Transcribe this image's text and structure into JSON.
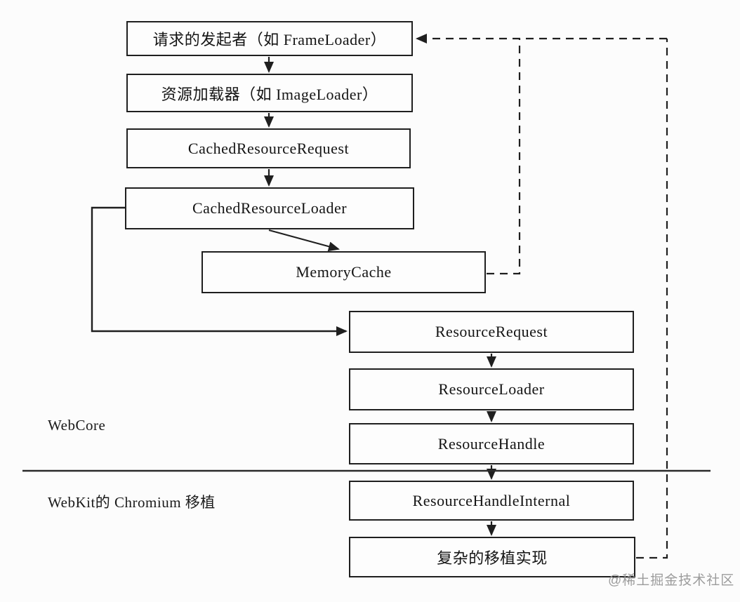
{
  "diagram": {
    "boxes": [
      {
        "id": "request-initiator",
        "label": "请求的发起者（如 FrameLoader）"
      },
      {
        "id": "resource-loader-cn",
        "label": "资源加载器（如 ImageLoader）"
      },
      {
        "id": "cached-resource-request",
        "label": "CachedResourceRequest"
      },
      {
        "id": "cached-resource-loader",
        "label": "CachedResourceLoader"
      },
      {
        "id": "memory-cache",
        "label": "MemoryCache"
      },
      {
        "id": "resource-request",
        "label": "ResourceRequest"
      },
      {
        "id": "resource-loader",
        "label": "ResourceLoader"
      },
      {
        "id": "resource-handle",
        "label": "ResourceHandle"
      },
      {
        "id": "resource-handle-internal",
        "label": "ResourceHandleInternal"
      },
      {
        "id": "port-implementation",
        "label": "复杂的移植实现"
      }
    ],
    "section_labels": {
      "webcore": "WebCore",
      "chromium_port": "WebKit的 Chromium 移植"
    },
    "watermark": "@稀土掘金技术社区",
    "edges": [
      {
        "from": "request-initiator",
        "to": "resource-loader-cn",
        "style": "solid"
      },
      {
        "from": "resource-loader-cn",
        "to": "cached-resource-request",
        "style": "solid"
      },
      {
        "from": "cached-resource-request",
        "to": "cached-resource-loader",
        "style": "solid"
      },
      {
        "from": "cached-resource-loader",
        "to": "memory-cache",
        "style": "solid-diagonal"
      },
      {
        "from": "cached-resource-loader",
        "to": "resource-request",
        "style": "solid-left-loop"
      },
      {
        "from": "resource-request",
        "to": "resource-loader",
        "style": "solid"
      },
      {
        "from": "resource-loader",
        "to": "resource-handle",
        "style": "solid"
      },
      {
        "from": "resource-handle",
        "to": "resource-handle-internal",
        "style": "solid"
      },
      {
        "from": "resource-handle-internal",
        "to": "port-implementation",
        "style": "solid"
      },
      {
        "from": "memory-cache",
        "to": "request-initiator",
        "style": "dashed"
      },
      {
        "from": "port-implementation",
        "to": "request-initiator",
        "style": "dashed"
      }
    ],
    "colors": {
      "line": "#1f1f1f",
      "box_border": "#1f1f1f",
      "background": "#fcfcfc",
      "watermark": "#9c9c9c"
    }
  }
}
